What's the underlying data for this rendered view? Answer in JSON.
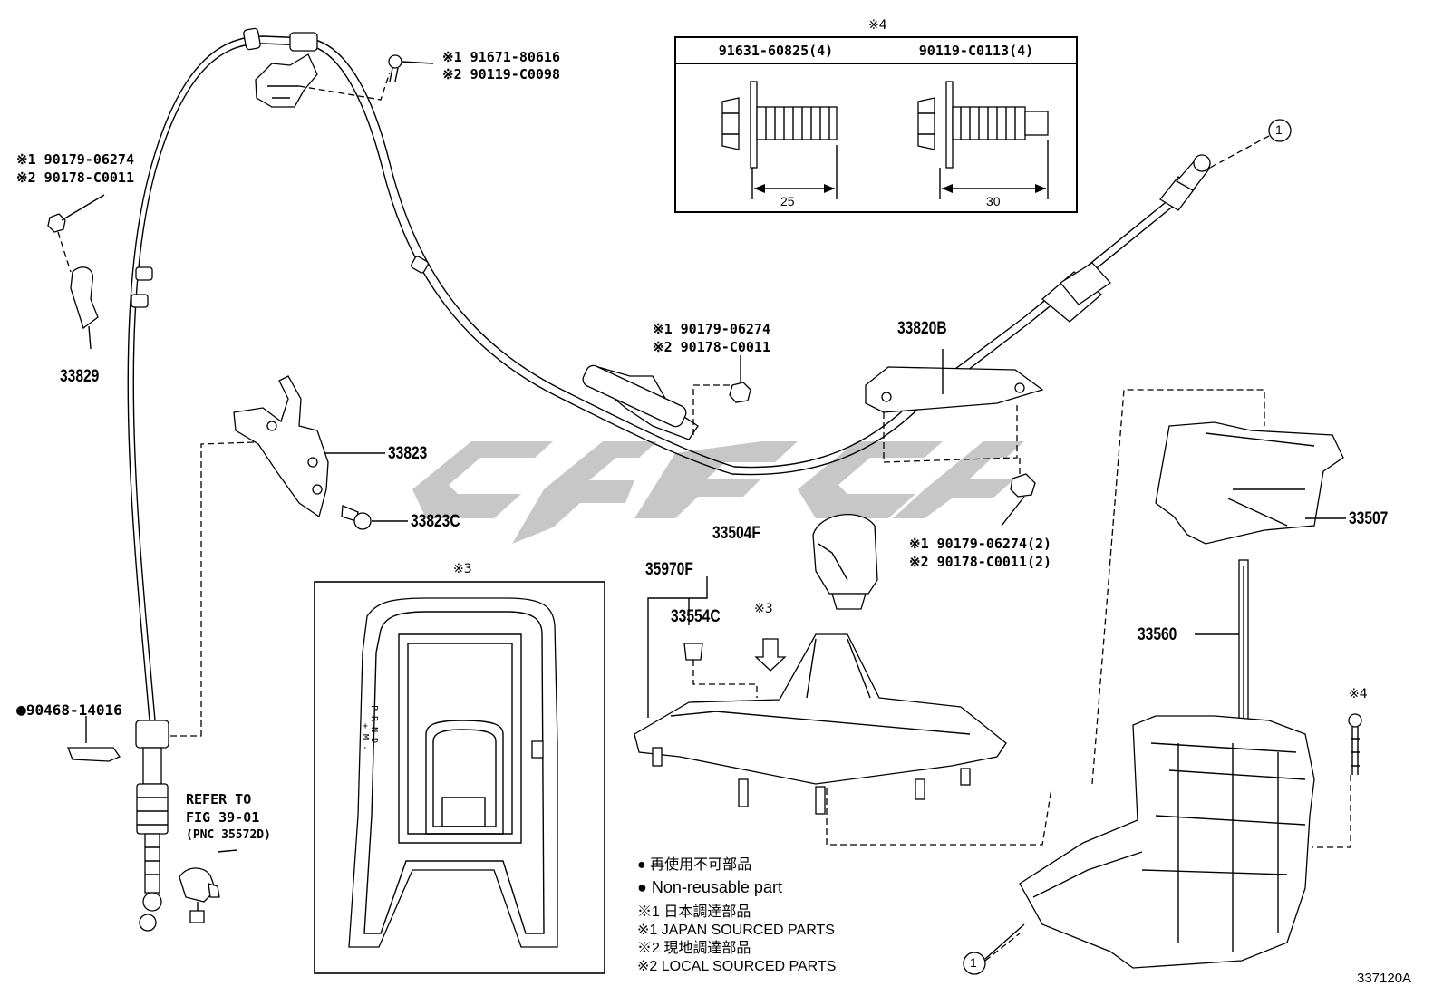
{
  "diagram": {
    "code": "337120A",
    "callouts": {
      "c1_top_right": "1",
      "c1_bottom": "1"
    },
    "bolt_table": {
      "note": "※4",
      "col1_header": "91631-60825(4)",
      "col2_header": "90119-C0113(4)",
      "col1_length": "25",
      "col2_length": "30"
    },
    "labels": {
      "bolt_top": [
        "※1 91671-80616",
        "※2 90119-C0098"
      ],
      "nut_left": [
        "※1 90179-06274",
        "※2 90178-C0011"
      ],
      "nut_mid": [
        "※1 90179-06274",
        "※2 90178-C0011"
      ],
      "nut_right": [
        "※1 90179-06274(2)",
        "※2 90178-C0011(2)"
      ],
      "refer": [
        "REFER TO",
        "FIG 39-01",
        "(PNC 35572D)"
      ],
      "clip": "90468-14016",
      "panel_note": "※3",
      "arrow_note": "※3",
      "bolt_note": "※4",
      "shift_letters": "P R N D",
      "shift_letters2": "+ M -"
    },
    "parts": {
      "p33829": "33829",
      "p33823": "33823",
      "p33823C": "33823C",
      "p33820B": "33820B",
      "p33504F": "33504F",
      "p35970F": "35970F",
      "p33554C": "33554C",
      "p33507": "33507",
      "p33560": "33560"
    },
    "legend": [
      "● 再使用不可部品",
      "● Non-reusable part",
      "※1  日本調達部品",
      "※1  JAPAN SOURCED PARTS",
      "※2  現地調達部品",
      "※2  LOCAL SOURCED PARTS"
    ]
  }
}
